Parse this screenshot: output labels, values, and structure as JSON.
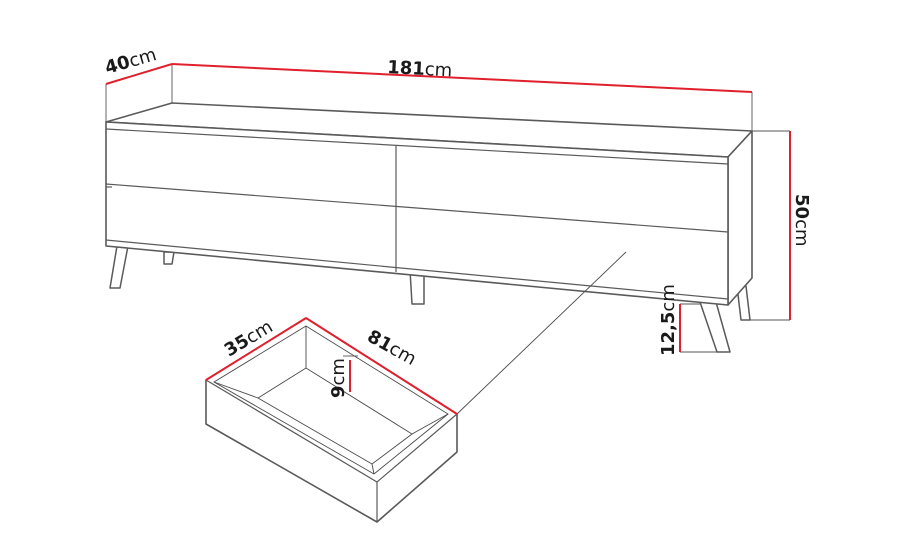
{
  "dimensions": {
    "depth": {
      "value": "40",
      "unit": "cm"
    },
    "width": {
      "value": "181",
      "unit": "cm"
    },
    "height": {
      "value": "50",
      "unit": "cm"
    },
    "leg_height": {
      "value": "12,5",
      "unit": "cm"
    },
    "drawer_depth": {
      "value": "35",
      "unit": "cm"
    },
    "drawer_width": {
      "value": "81",
      "unit": "cm"
    },
    "drawer_height": {
      "value": "9",
      "unit": "cm"
    }
  },
  "colors": {
    "dimension_line": "#e0202c",
    "outline": "#5a5a5a"
  }
}
